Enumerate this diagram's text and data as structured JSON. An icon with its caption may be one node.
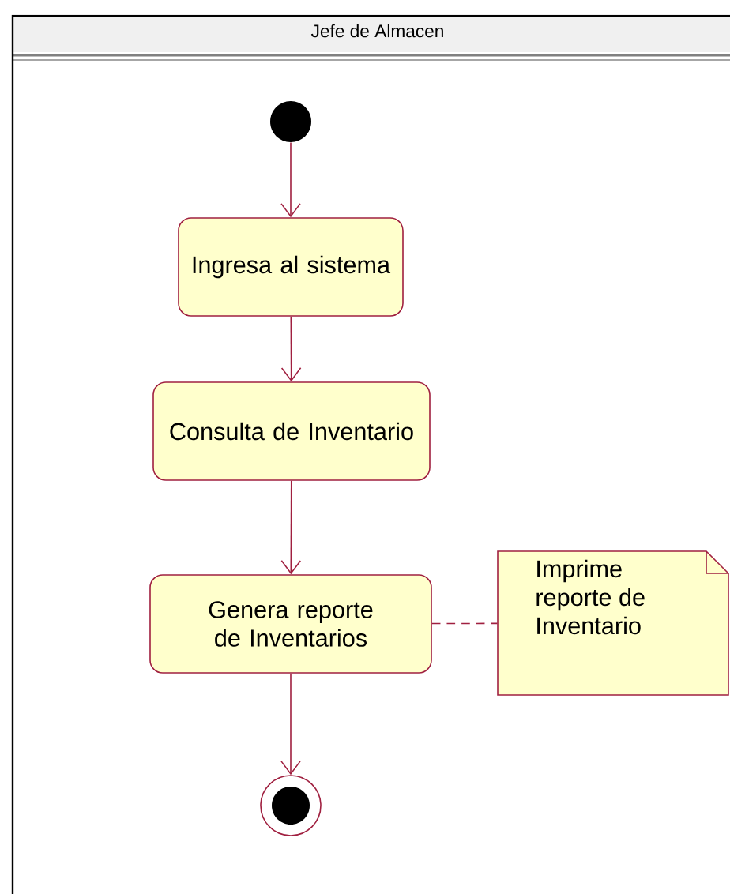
{
  "diagram": {
    "nodes": [
      {
        "text": [
          "Jefe de Almacen"
        ]
      },
      {
        "text": [],
        "shape": "circle",
        "in": 0
      },
      {
        "text": [
          "Ingresa al sistema"
        ],
        "in": 0
      },
      {
        "text": [
          "Consulta de Inventario"
        ],
        "in": 0
      },
      {
        "text": [
          "Genera reporte de Inventarios"
        ],
        "in": 0
      },
      {
        "text": [
          "Imprime reporte de Inventario"
        ],
        "in": 0
      },
      {
        "text": [],
        "shape": "circle",
        "in": 0
      }
    ],
    "edges": [
      {
        "from": 1,
        "to": 2,
        "arrow": "to"
      },
      {
        "from": 2,
        "to": 3,
        "arrow": "to"
      },
      {
        "from": 3,
        "to": 4,
        "arrow": "to"
      },
      {
        "from": 4,
        "to": 6,
        "arrow": "to"
      },
      {
        "from": 4,
        "to": 5,
        "arrow": "none",
        "style": "dashed"
      }
    ]
  }
}
